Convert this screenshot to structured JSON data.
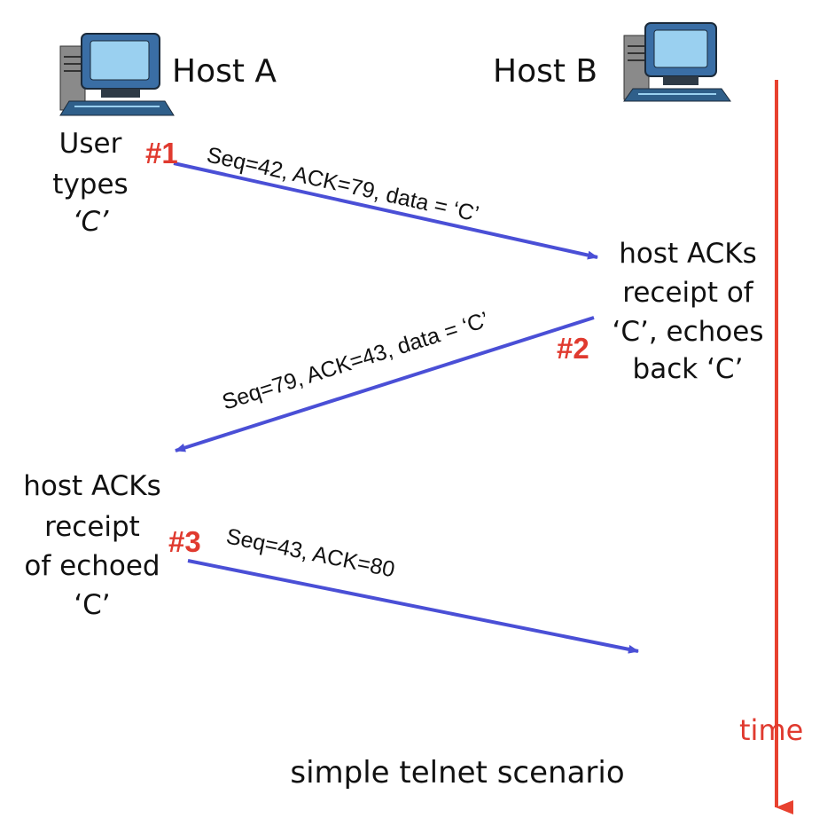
{
  "hosts": {
    "a_label": "Host A",
    "b_label": "Host B"
  },
  "notes": {
    "user_types": [
      "User",
      "types",
      "‘C’"
    ],
    "host_b_ack": [
      "host ACKs",
      "receipt of",
      "‘C’, echoes",
      "back ‘C’"
    ],
    "host_a_ack": [
      "host ACKs",
      "receipt",
      "of echoed",
      "‘C’"
    ]
  },
  "messages": [
    {
      "label": "Seq=42, ACK=79, data = ‘C’",
      "step": "#1"
    },
    {
      "label": "Seq=79, ACK=43, data = ‘C’",
      "step": "#2"
    },
    {
      "label": "Seq=43, ACK=80",
      "step": "#3"
    }
  ],
  "timeline": {
    "label": "time"
  },
  "caption": "simple telnet scenario",
  "colors": {
    "arrow": "#4a4fd6",
    "time_axis": "#e8412f",
    "step_label": "#e03a2f",
    "text": "#111111"
  },
  "icons": {
    "host_a": "desktop-computer-icon",
    "host_b": "desktop-computer-icon"
  }
}
